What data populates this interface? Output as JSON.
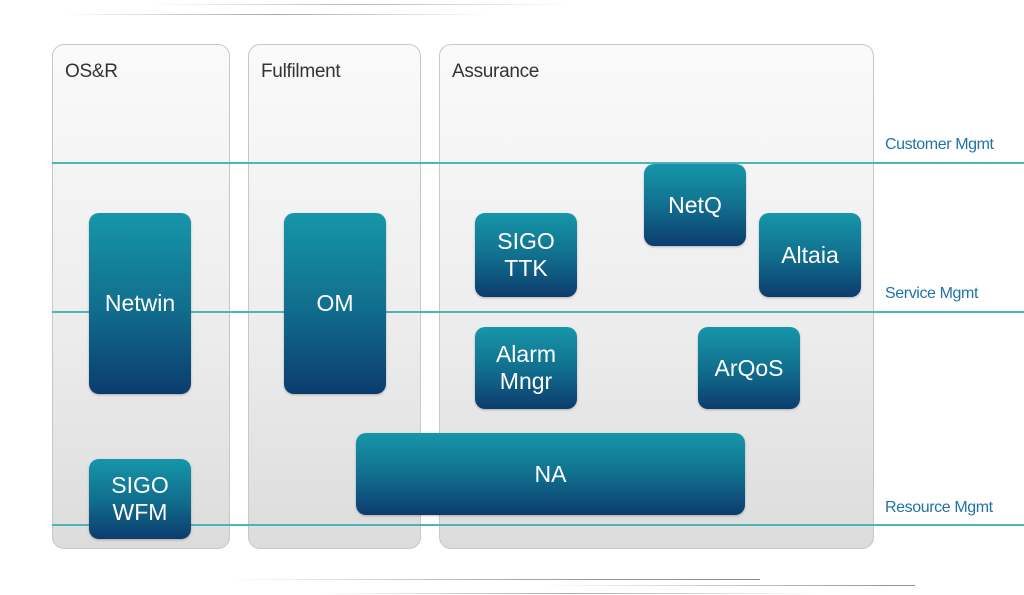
{
  "domains": {
    "osr": "OS&R",
    "fulfilment": "Fulfilment",
    "assurance": "Assurance"
  },
  "tiers": {
    "customer": "Customer Mgmt",
    "service": "Service Mgmt",
    "resource": "Resource Mgmt"
  },
  "systems": {
    "netwin": "Netwin",
    "sigo_wfm_1": "SIGO",
    "sigo_wfm_2": "WFM",
    "om": "OM",
    "sigo_ttk_1": "SIGO",
    "sigo_ttk_2": "TTK",
    "netq": "NetQ",
    "altaia": "Altaia",
    "alarm_mngr_1": "Alarm",
    "alarm_mngr_2": "Mngr",
    "arqos": "ArQoS",
    "na": "NA"
  },
  "colors": {
    "box_top": "#1696a9",
    "box_bottom": "#0c3c6e",
    "tier_line": "#4fb3b8",
    "tier_label": "#1f73a8"
  }
}
